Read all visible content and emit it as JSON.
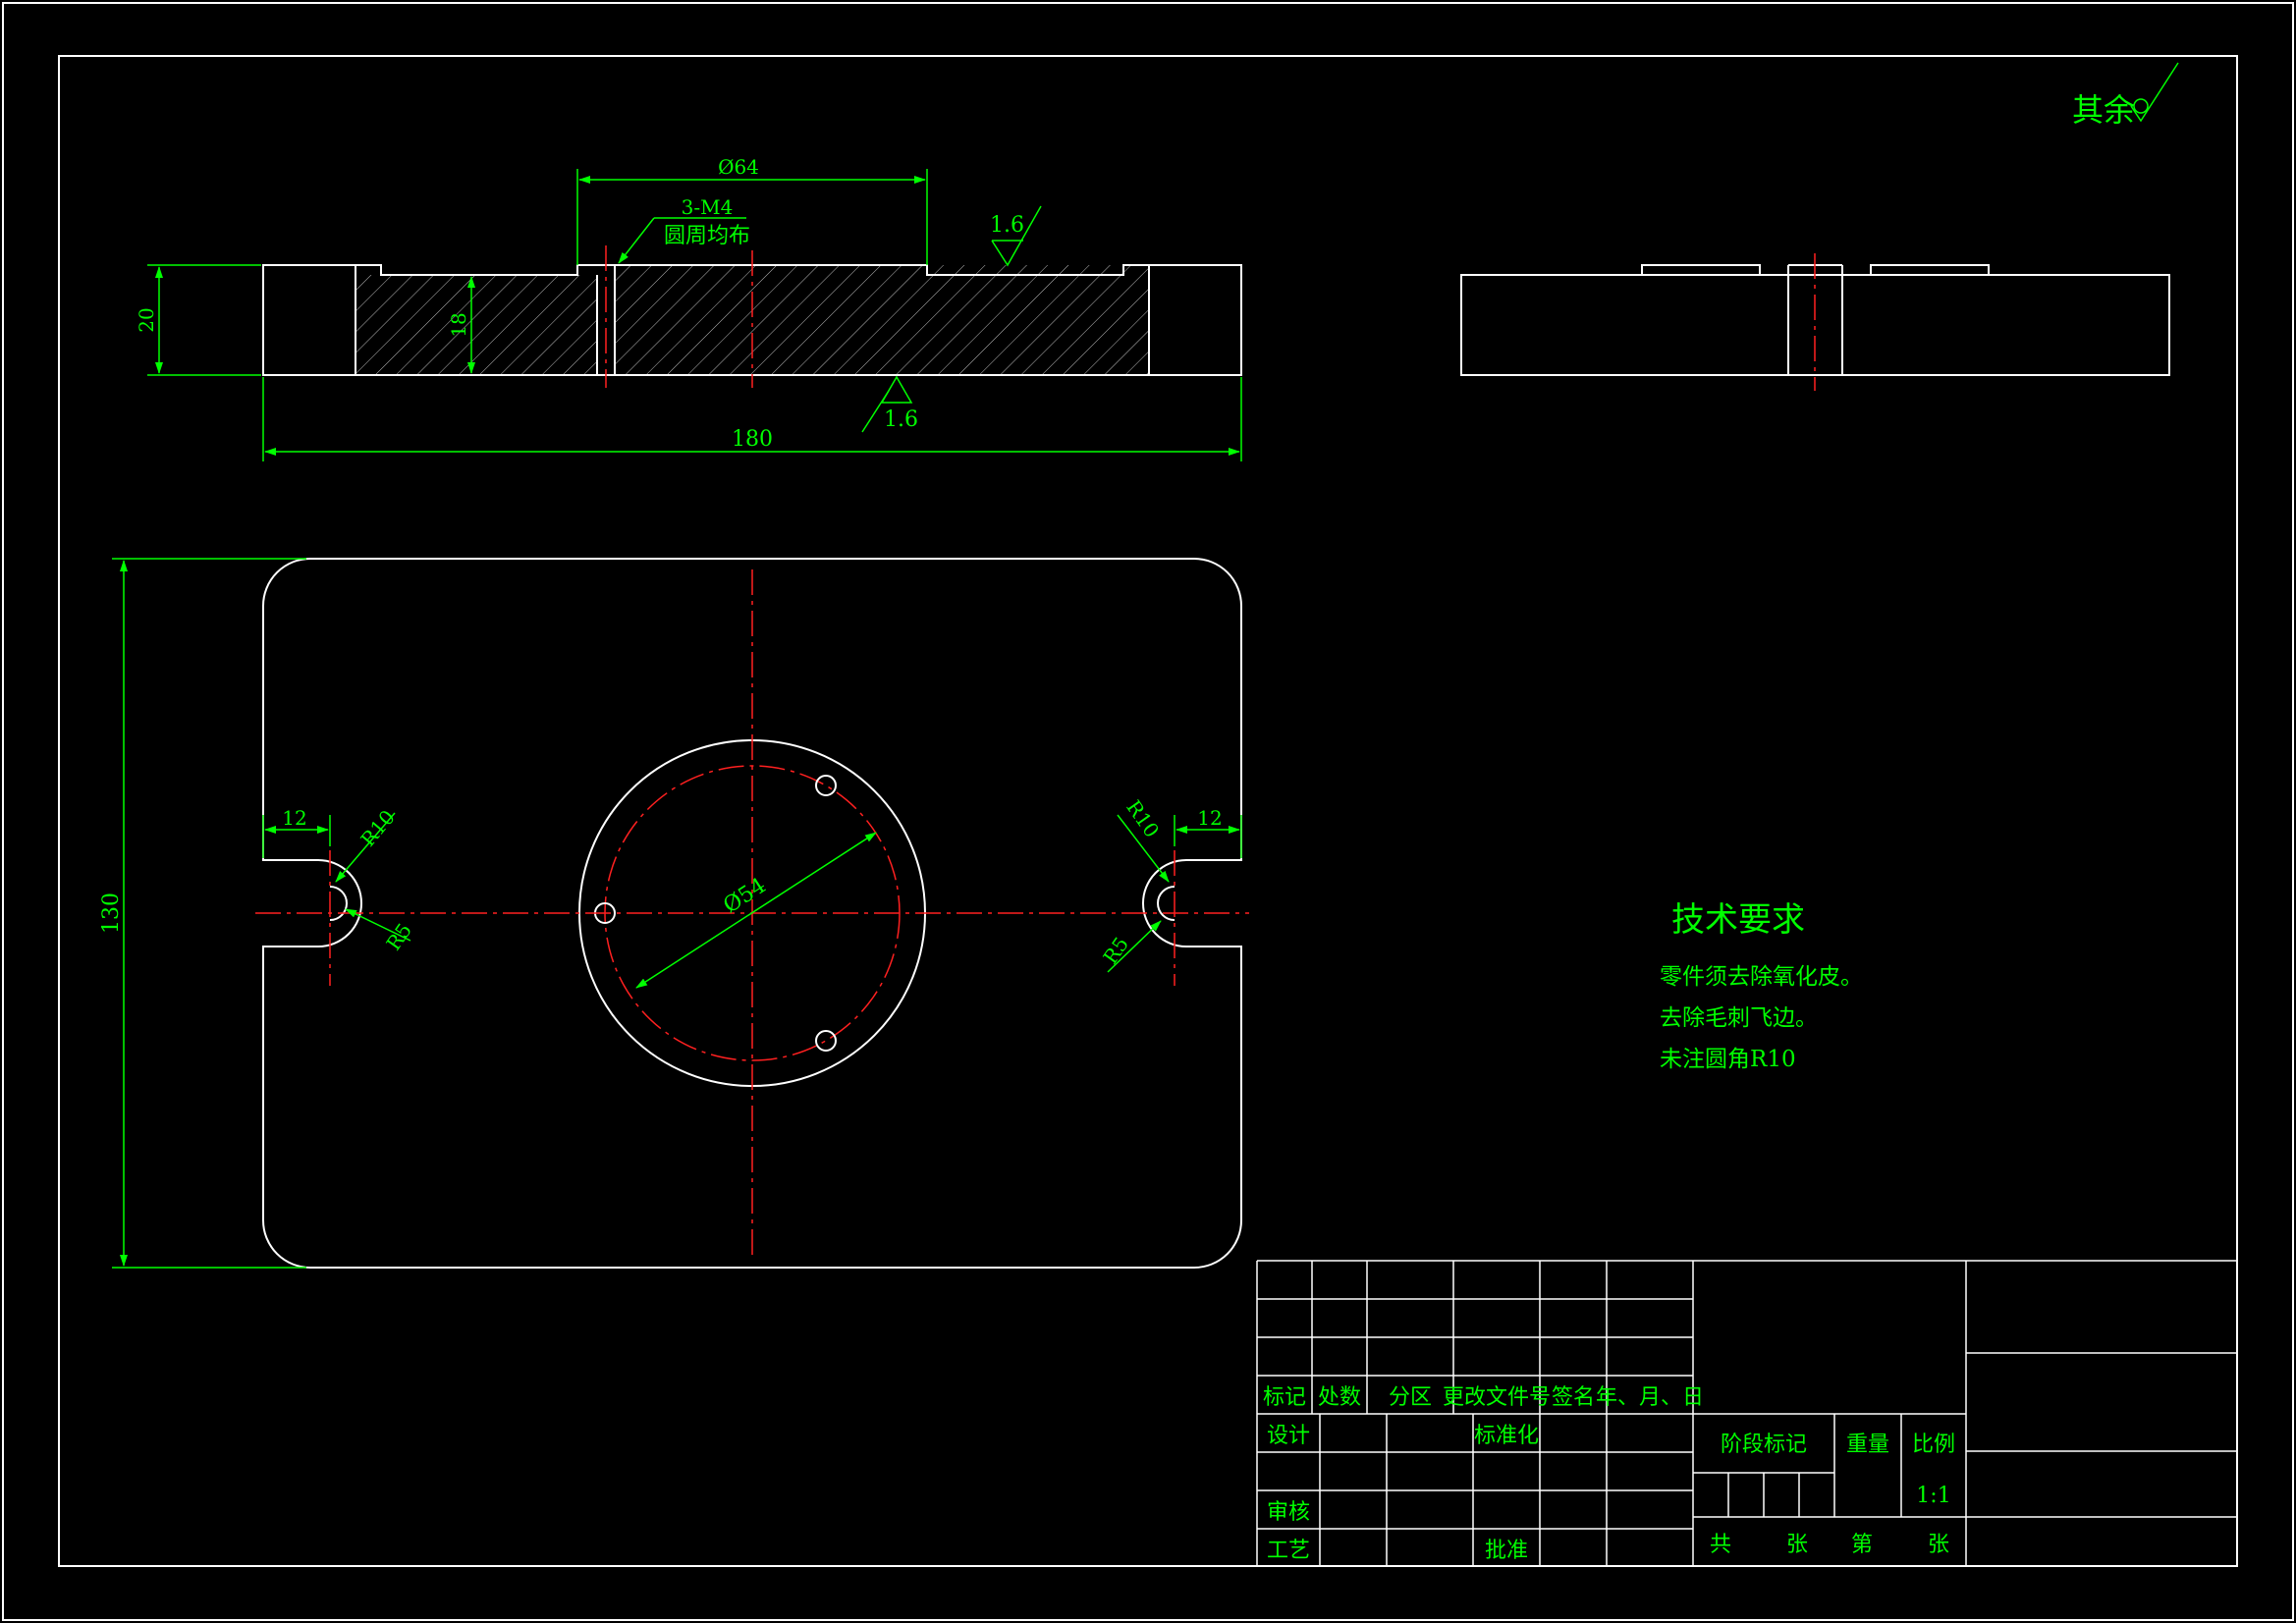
{
  "colors": {
    "background": "#000000",
    "outline": "#ffffff",
    "dimension": "#00ff00",
    "centerline": "#ff2020"
  },
  "surface_note": {
    "label": "其余",
    "symbol": "roughness-symbol-icon"
  },
  "section_view": {
    "dims": {
      "bore": "Ø64",
      "thread": "3-M4",
      "thread_note": "圆周均布",
      "roughness_top": "1.6",
      "roughness_bottom": "1.6",
      "height": "20",
      "pocket_depth": "18",
      "length": "180"
    }
  },
  "plan_view": {
    "dims": {
      "width": "130",
      "slot_left": "12",
      "slot_right": "12",
      "radius_left_outer": "R10",
      "radius_left_inner": "R5",
      "radius_right_outer": "R10",
      "radius_right_inner": "R5",
      "pitch_circle": "Ø54"
    }
  },
  "tech_requirements": {
    "title": "技术要求",
    "items": [
      "零件须去除氧化皮。",
      "去除毛刺飞边。",
      "未注圆角R10"
    ]
  },
  "title_block": {
    "headers": [
      "标记",
      "处数",
      "分区",
      "更改文件号",
      "签名",
      "年、月、日"
    ],
    "design": "设计",
    "standardization": "标准化",
    "review": "审核",
    "process": "工艺",
    "approve": "批准",
    "stage_mark": "阶段标记",
    "weight": "重量",
    "scale_label": "比例",
    "scale_value": "1:1",
    "total": "共",
    "sheet1": "张",
    "sheet_no": "第",
    "sheet2": "张"
  }
}
